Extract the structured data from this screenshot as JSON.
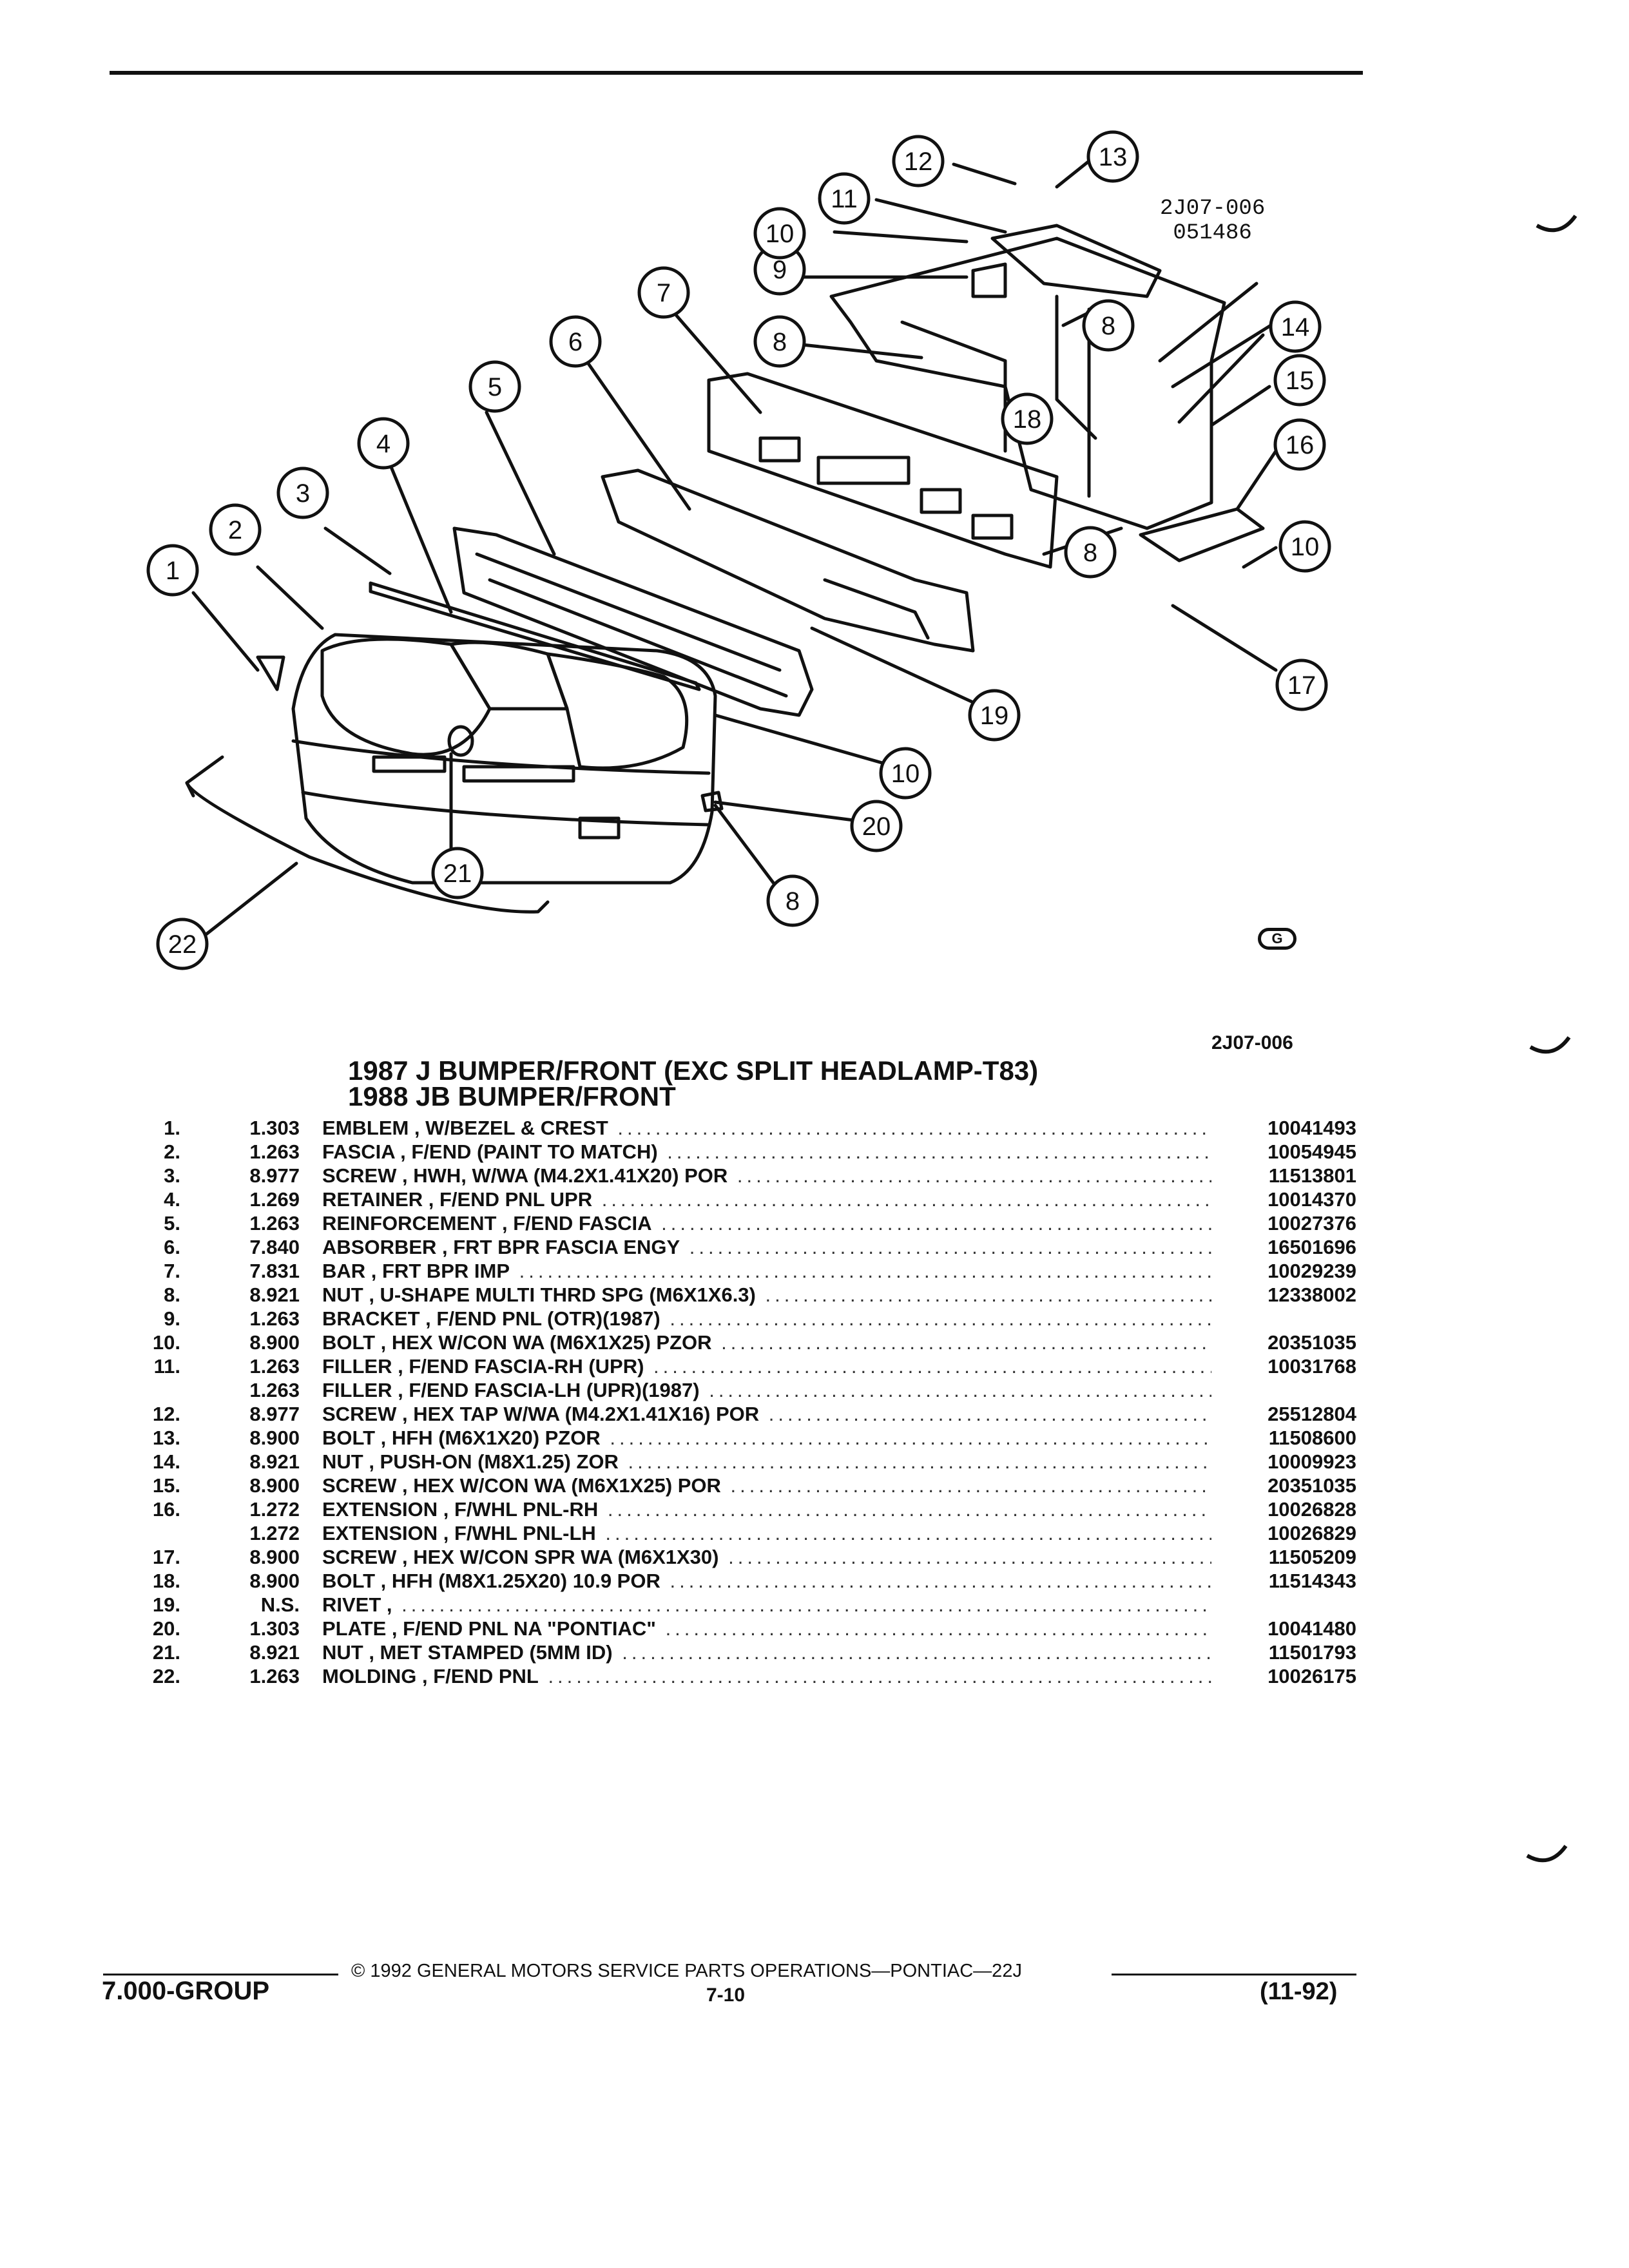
{
  "diagram": {
    "code_top_line1": "2J07-006",
    "code_top_line2": "051486",
    "code_bottom": "2J07-006",
    "gm_mark": "G",
    "callouts": [
      {
        "n": "1"
      },
      {
        "n": "2"
      },
      {
        "n": "3"
      },
      {
        "n": "4"
      },
      {
        "n": "5"
      },
      {
        "n": "6"
      },
      {
        "n": "7"
      },
      {
        "n": "8"
      },
      {
        "n": "8"
      },
      {
        "n": "8"
      },
      {
        "n": "8"
      },
      {
        "n": "9"
      },
      {
        "n": "10"
      },
      {
        "n": "10"
      },
      {
        "n": "10"
      },
      {
        "n": "11"
      },
      {
        "n": "12"
      },
      {
        "n": "13"
      },
      {
        "n": "14"
      },
      {
        "n": "15"
      },
      {
        "n": "16"
      },
      {
        "n": "17"
      },
      {
        "n": "18"
      },
      {
        "n": "19"
      },
      {
        "n": "20"
      },
      {
        "n": "21"
      },
      {
        "n": "22"
      }
    ]
  },
  "title": {
    "line1": "1987 J BUMPER/FRONT (EXC SPLIT HEADLAMP-T83)",
    "line2": "1988 JB BUMPER/FRONT"
  },
  "parts": [
    {
      "num": "1.",
      "qty": "1.303",
      "desc": "EMBLEM , W/BEZEL & CREST",
      "pn": "10041493"
    },
    {
      "num": "2.",
      "qty": "1.263",
      "desc": "FASCIA , F/END (PAINT TO MATCH)",
      "pn": "10054945"
    },
    {
      "num": "3.",
      "qty": "8.977",
      "desc": "SCREW , HWH, W/WA (M4.2X1.41X20) POR",
      "pn": "11513801"
    },
    {
      "num": "4.",
      "qty": "1.269",
      "desc": "RETAINER , F/END PNL UPR",
      "pn": "10014370"
    },
    {
      "num": "5.",
      "qty": "1.263",
      "desc": "REINFORCEMENT , F/END FASCIA",
      "pn": "10027376"
    },
    {
      "num": "6.",
      "qty": "7.840",
      "desc": "ABSORBER , FRT BPR FASCIA ENGY",
      "pn": "16501696"
    },
    {
      "num": "7.",
      "qty": "7.831",
      "desc": "BAR , FRT BPR IMP",
      "pn": "10029239"
    },
    {
      "num": "8.",
      "qty": "8.921",
      "desc": "NUT , U-SHAPE MULTI THRD SPG (M6X1X6.3)",
      "pn": "12338002"
    },
    {
      "num": "9.",
      "qty": "1.263",
      "desc": "BRACKET , F/END PNL (OTR)(1987)",
      "pn": ""
    },
    {
      "num": "10.",
      "qty": "8.900",
      "desc": "BOLT , HEX W/CON WA (M6X1X25) PZOR",
      "pn": "20351035"
    },
    {
      "num": "11.",
      "qty": "1.263",
      "desc": "FILLER , F/END FASCIA-RH (UPR)",
      "pn": "10031768"
    },
    {
      "num": "",
      "qty": "1.263",
      "desc": "FILLER , F/END FASCIA-LH (UPR)(1987)",
      "pn": ""
    },
    {
      "num": "12.",
      "qty": "8.977",
      "desc": "SCREW , HEX TAP W/WA (M4.2X1.41X16) POR",
      "pn": "25512804"
    },
    {
      "num": "13.",
      "qty": "8.900",
      "desc": "BOLT , HFH (M6X1X20) PZOR",
      "pn": "11508600"
    },
    {
      "num": "14.",
      "qty": "8.921",
      "desc": "NUT , PUSH-ON (M8X1.25) ZOR",
      "pn": "10009923"
    },
    {
      "num": "15.",
      "qty": "8.900",
      "desc": "SCREW , HEX W/CON WA (M6X1X25) POR",
      "pn": "20351035"
    },
    {
      "num": "16.",
      "qty": "1.272",
      "desc": "EXTENSION , F/WHL PNL-RH",
      "pn": "10026828"
    },
    {
      "num": "",
      "qty": "1.272",
      "desc": "EXTENSION , F/WHL PNL-LH",
      "pn": "10026829"
    },
    {
      "num": "17.",
      "qty": "8.900",
      "desc": "SCREW , HEX W/CON SPR WA (M6X1X30)",
      "pn": "11505209"
    },
    {
      "num": "18.",
      "qty": "8.900",
      "desc": "BOLT , HFH (M8X1.25X20) 10.9 POR",
      "pn": "11514343"
    },
    {
      "num": "19.",
      "qty": "N.S.",
      "desc": "RIVET ,",
      "pn": ""
    },
    {
      "num": "20.",
      "qty": "1.303",
      "desc": "PLATE , F/END PNL NA \"PONTIAC\"",
      "pn": "10041480"
    },
    {
      "num": "21.",
      "qty": "8.921",
      "desc": "NUT , MET STAMPED (5MM ID)",
      "pn": "11501793"
    },
    {
      "num": "22.",
      "qty": "1.263",
      "desc": "MOLDING , F/END PNL",
      "pn": "10026175"
    }
  ],
  "footer": {
    "copyright": "© 1992 GENERAL MOTORS SERVICE PARTS OPERATIONS—PONTIAC—22J",
    "group": "7.000-GROUP",
    "page": "7-10",
    "date": "(11-92)"
  }
}
